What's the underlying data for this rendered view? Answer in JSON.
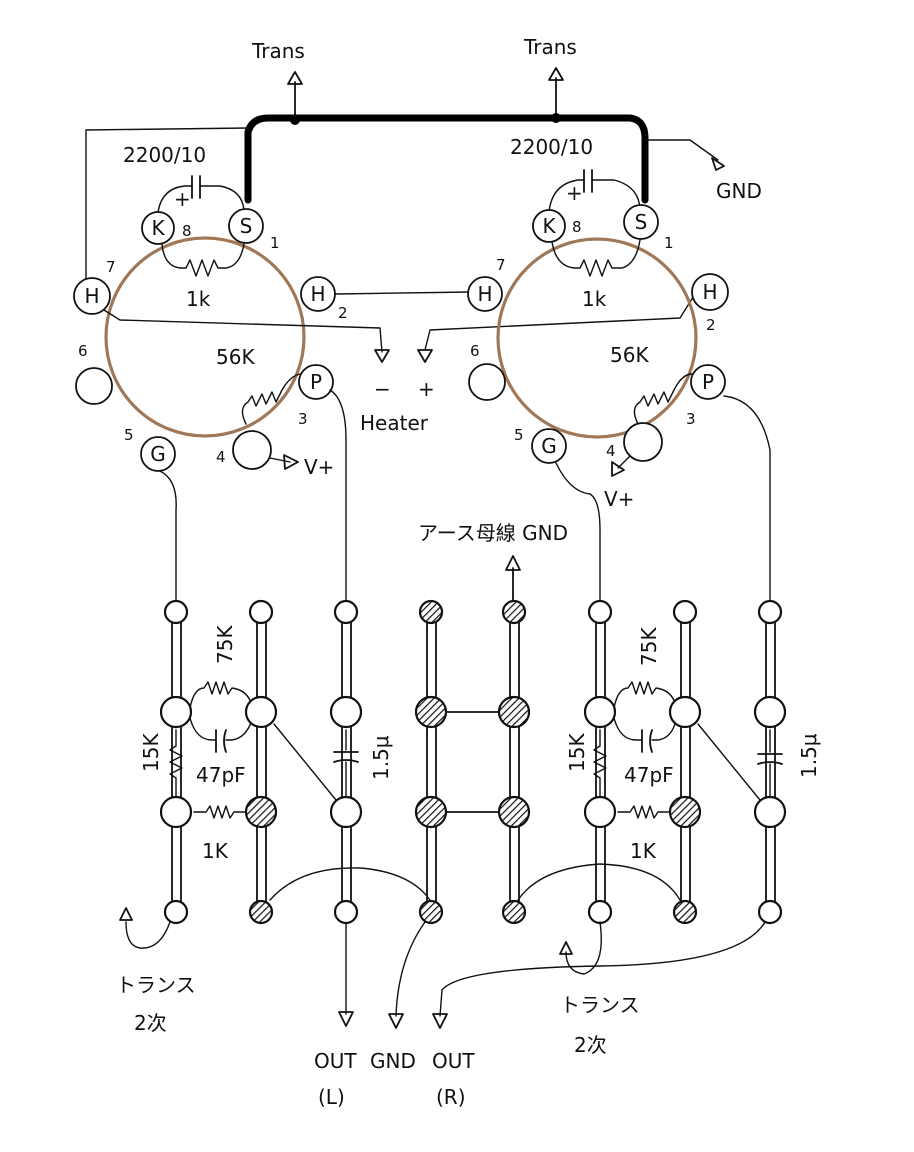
{
  "labels": {
    "trans": "Trans",
    "gnd": "GND",
    "cap_cathode": "2200/10",
    "res_cathode": "1k",
    "res_plate": "56K",
    "heater": "Heater",
    "heater_minus": "−",
    "heater_plus": "+",
    "vplus": "V+",
    "earth_gnd": "アース母線 GND",
    "res_75k": "75K",
    "res_15k": "15K",
    "cap_47pf": "47pF",
    "res_1k_board": "1K",
    "cap_1_5u": "1.5μ",
    "trans_secondary_1": "トランス",
    "trans_secondary_2": "2次",
    "out_l_1": "OUT",
    "out_l_2": "(L)",
    "gnd_out": "GND",
    "out_r_1": "OUT",
    "out_r_2": "(R)",
    "cap_polarity": "+"
  },
  "pins": {
    "K": "K",
    "S": "S",
    "H": "H",
    "P": "P",
    "G": "G",
    "n1": "1",
    "n2": "2",
    "n3": "3",
    "n4": "4",
    "n5": "5",
    "n6": "6",
    "n7": "7",
    "n8": "8"
  },
  "colors": {
    "ink": "#111111",
    "tube": "#a07858"
  }
}
